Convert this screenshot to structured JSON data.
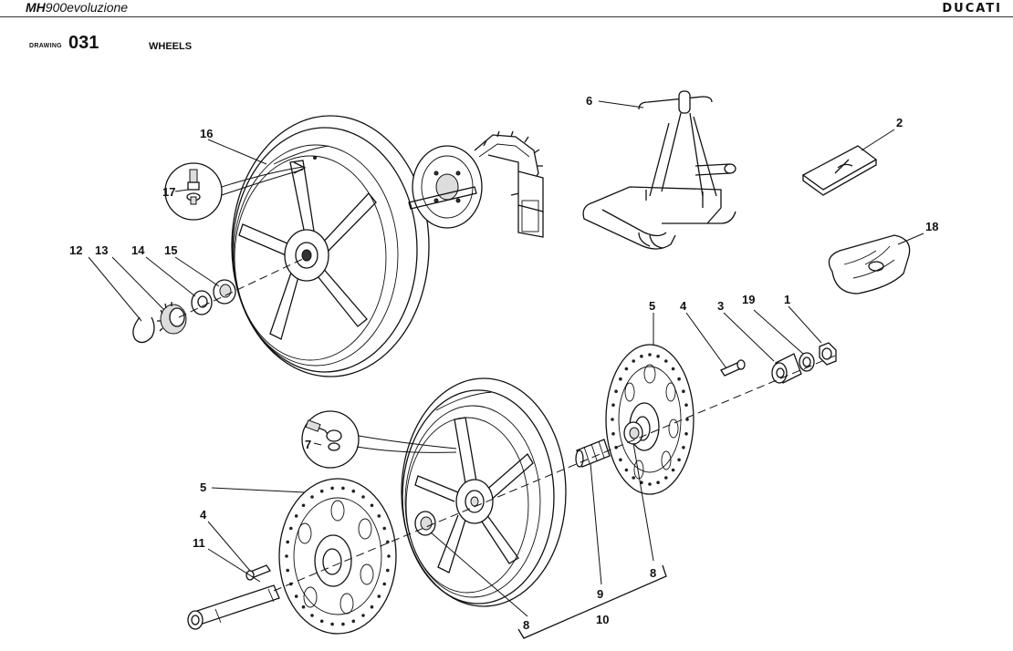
{
  "header": {
    "model_bold": "MH",
    "model_rest": "900evoluzione",
    "brand": "DUCATI"
  },
  "drawing": {
    "label": "DRAWING",
    "number": "031",
    "title": "WHEELS"
  },
  "callouts": {
    "c1": "1",
    "c2": "2",
    "c3": "3",
    "c4a": "4",
    "c4b": "4",
    "c5a": "5",
    "c5b": "5",
    "c6": "6",
    "c7": "7",
    "c8a": "8",
    "c8b": "8",
    "c9": "9",
    "c10": "10",
    "c11": "11",
    "c12": "12",
    "c13": "13",
    "c14": "14",
    "c15": "15",
    "c16": "16",
    "c17": "17",
    "c18": "18",
    "c19": "19"
  }
}
